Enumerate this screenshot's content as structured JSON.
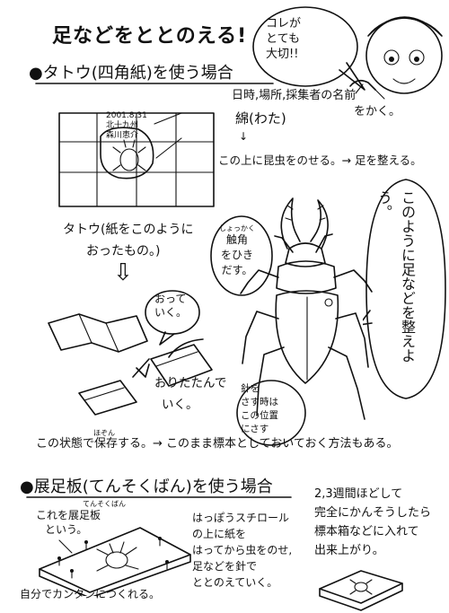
{
  "title": "足などをととのえる!",
  "speech_bubble": {
    "lines": [
      "コレが",
      "とても",
      "大切!!"
    ]
  },
  "section1": {
    "heading": "タトウ(四角紙)を使う場合",
    "label_info": "日時,場所,採集者の名前",
    "label_info2": "をかく。",
    "label_cotton": "綿(わた)",
    "arrow_down": "↓",
    "instruction": "この上に昆虫をのせる。→ 足を整える。",
    "label_card_lines": [
      "2001.8.31",
      "北十九州",
      "森川恵介"
    ],
    "tatou_caption_1": "タトウ(紙をこのように",
    "tatou_caption_2": "おったもの。)",
    "big_arrow": "⇩",
    "bubble_fold": [
      "おって",
      "いく。"
    ],
    "fold_caption_1": "おりたたんで",
    "fold_caption_2": "いく。",
    "ruby_hozon": "ほぞん",
    "store_caption": "この状態で保存する。→ このまま標本としておいておく方法もある。",
    "antenna_bubble": [
      "しょっかく",
      "触角",
      "をひき",
      "だす。"
    ],
    "vertical_bubble": "このように足などを整えよう。",
    "pin_bubble": [
      "針を",
      "さす時は",
      "この位置",
      "にさす"
    ]
  },
  "section2": {
    "heading": "展足板(てんそくばん)を使う場合",
    "ruby_tenso": "てんそくばん",
    "board_label_1": "これを展足板",
    "board_label_2": "という。",
    "board_caption": "自分でカンタンにつくれる。",
    "method_lines": [
      "はっぽうスチロール",
      "の上に紙を",
      "はってから虫をのせ,",
      "足などを針で",
      "ととのえていく。"
    ],
    "weeks_lines": [
      "2,3週間ほどして",
      "完全にかんそうしたら",
      "標本箱などに入れて",
      "出来上がり。"
    ]
  }
}
